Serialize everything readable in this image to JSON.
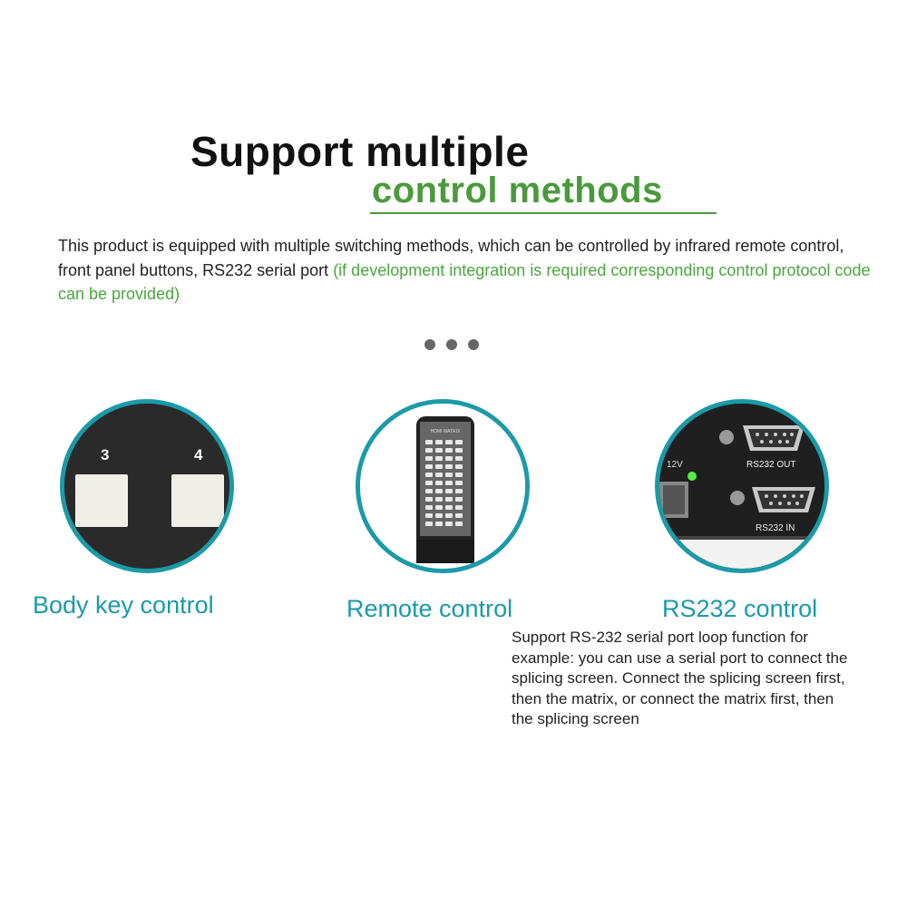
{
  "heading": {
    "line1": "Support multiple",
    "line2": "control methods"
  },
  "description": {
    "main": "This product is equipped with multiple switching methods, which can be controlled by infrared remote control, front panel buttons, RS232 serial port ",
    "note": " (if development integration is required corresponding control protocol code can be provided)"
  },
  "features": [
    {
      "label": "Body key control",
      "keys": [
        "3",
        "4"
      ]
    },
    {
      "label": "Remote control",
      "remote_title": "HDMI MATRIX"
    },
    {
      "label": "RS232 control",
      "port_out": "RS232 OUT",
      "port_in": "RS232 IN",
      "power": "12V",
      "detail": "Support RS-232 serial port loop function for example: you can use a serial port to connect the splicing screen. Connect the splicing screen first, then the matrix, or connect the matrix first, then the splicing screen"
    }
  ],
  "colors": {
    "accent_green": "#4a9a3c",
    "teal": "#1b9aa8"
  },
  "icons": [
    "carousel-dots-icon"
  ]
}
